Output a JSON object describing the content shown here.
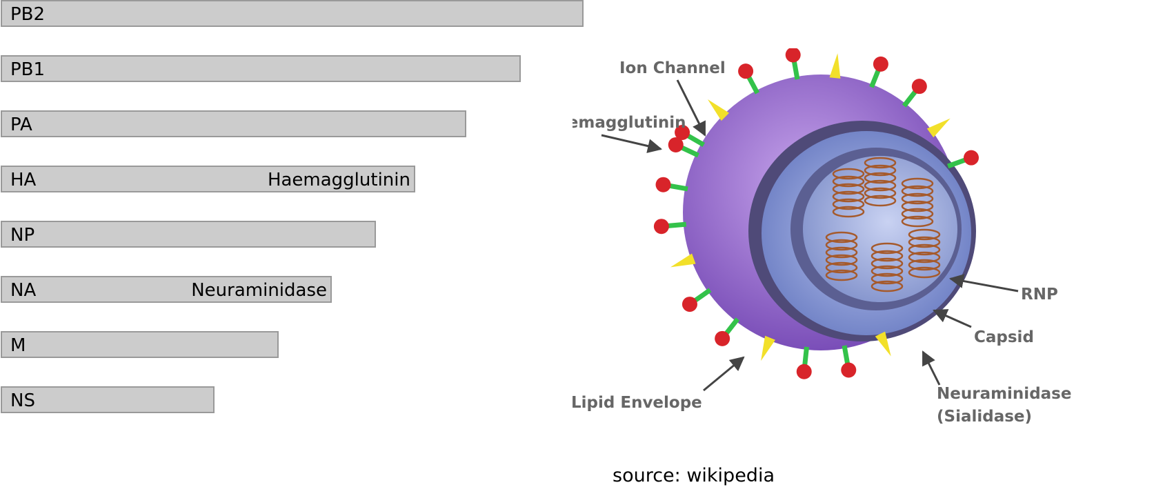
{
  "segments": [
    {
      "name": "PB2",
      "protein": "",
      "length_rel": 0.919
    },
    {
      "name": "PB1",
      "protein": "",
      "length_rel": 0.82
    },
    {
      "name": "PA",
      "protein": "",
      "length_rel": 0.734
    },
    {
      "name": "HA",
      "protein": "Haemagglutinin",
      "length_rel": 0.653
    },
    {
      "name": "NP",
      "protein": "",
      "length_rel": 0.591
    },
    {
      "name": "NA",
      "protein": "Neuraminidase",
      "length_rel": 0.522
    },
    {
      "name": "M",
      "protein": "",
      "length_rel": 0.438
    },
    {
      "name": "NS",
      "protein": "",
      "length_rel": 0.337
    }
  ],
  "virion_labels": {
    "ion_channel": "Ion Channel",
    "haemagglutinin": "Haemagglutinin",
    "rnp": "RNP",
    "capsid": "Capsid",
    "neuraminidase": "Neuraminidase",
    "sialidase": "(Sialidase)",
    "lipid_envelope": "Lipid Envelope"
  },
  "colors": {
    "bar_fill": "#cccccc",
    "bar_border": "#999999",
    "envelope": "#9a6fd0",
    "capsid": "#8fa0d8",
    "spike_yellow": "#f2e02a",
    "spike_red": "#d8242a",
    "spike_green": "#33c24a",
    "rnp": "#a55a2c"
  },
  "source": "source: wikipedia"
}
